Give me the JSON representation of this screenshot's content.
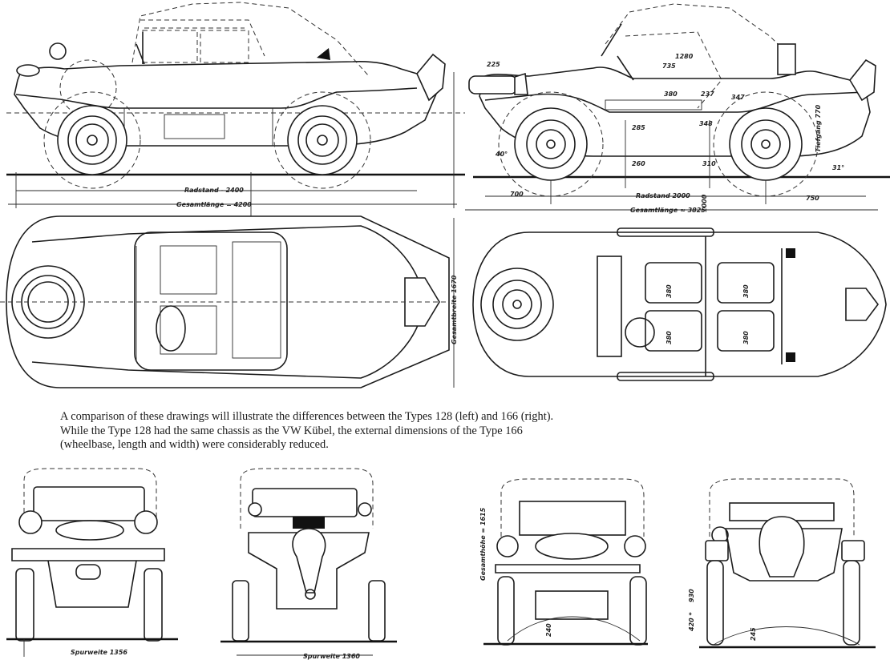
{
  "caption": {
    "lines": [
      "A comparison of these drawings will illustrate the differences between the Types 128 (left) and 166 (right).",
      "While the Type 128 had the same chassis as the VW Kübel, the external dimensions of the Type 166",
      "(wheelbase, length and width) were considerably reduced."
    ]
  },
  "type128": {
    "side_view": {
      "wheelbase_label": "Radstand - 2400",
      "overall_length_label": "Gesamtlänge = 4200"
    },
    "top_view": {
      "overall_width_label": "Gesamtbreite 1670"
    },
    "front_view": {
      "track_label": "Spurweite 1356"
    },
    "rear_view": {
      "track_label": "Spurweite 1360"
    }
  },
  "type166": {
    "side_view": {
      "wheelbase_label": "Radstand   2000",
      "overall_length_label": "Gesamtlänge ≈ 3825",
      "front_overhang": "700",
      "rear_overhang": "750",
      "spare_wheel_offset": "225",
      "dim_735": "735",
      "dim_1280": "1280",
      "dim_380": "380",
      "dim_237": "237",
      "dim_347": "347",
      "dim_285": "285",
      "dim_348": "348",
      "dim_260": "260",
      "dim_310": "310",
      "angle_front": "40°",
      "angle_rear": "31°",
      "angle_label_rear": "Tiefgang 770",
      "height_unladen": "1000"
    },
    "top_view": {
      "seat_widths": [
        "380",
        "380",
        "380",
        "380"
      ]
    },
    "front_view": {
      "overall_height_label": "Gesamthöhe = 1615",
      "ground_clearance": "240"
    },
    "rear_view": {
      "dim_930": "930",
      "dim_420": "420 *",
      "ground_clearance": "245"
    }
  }
}
